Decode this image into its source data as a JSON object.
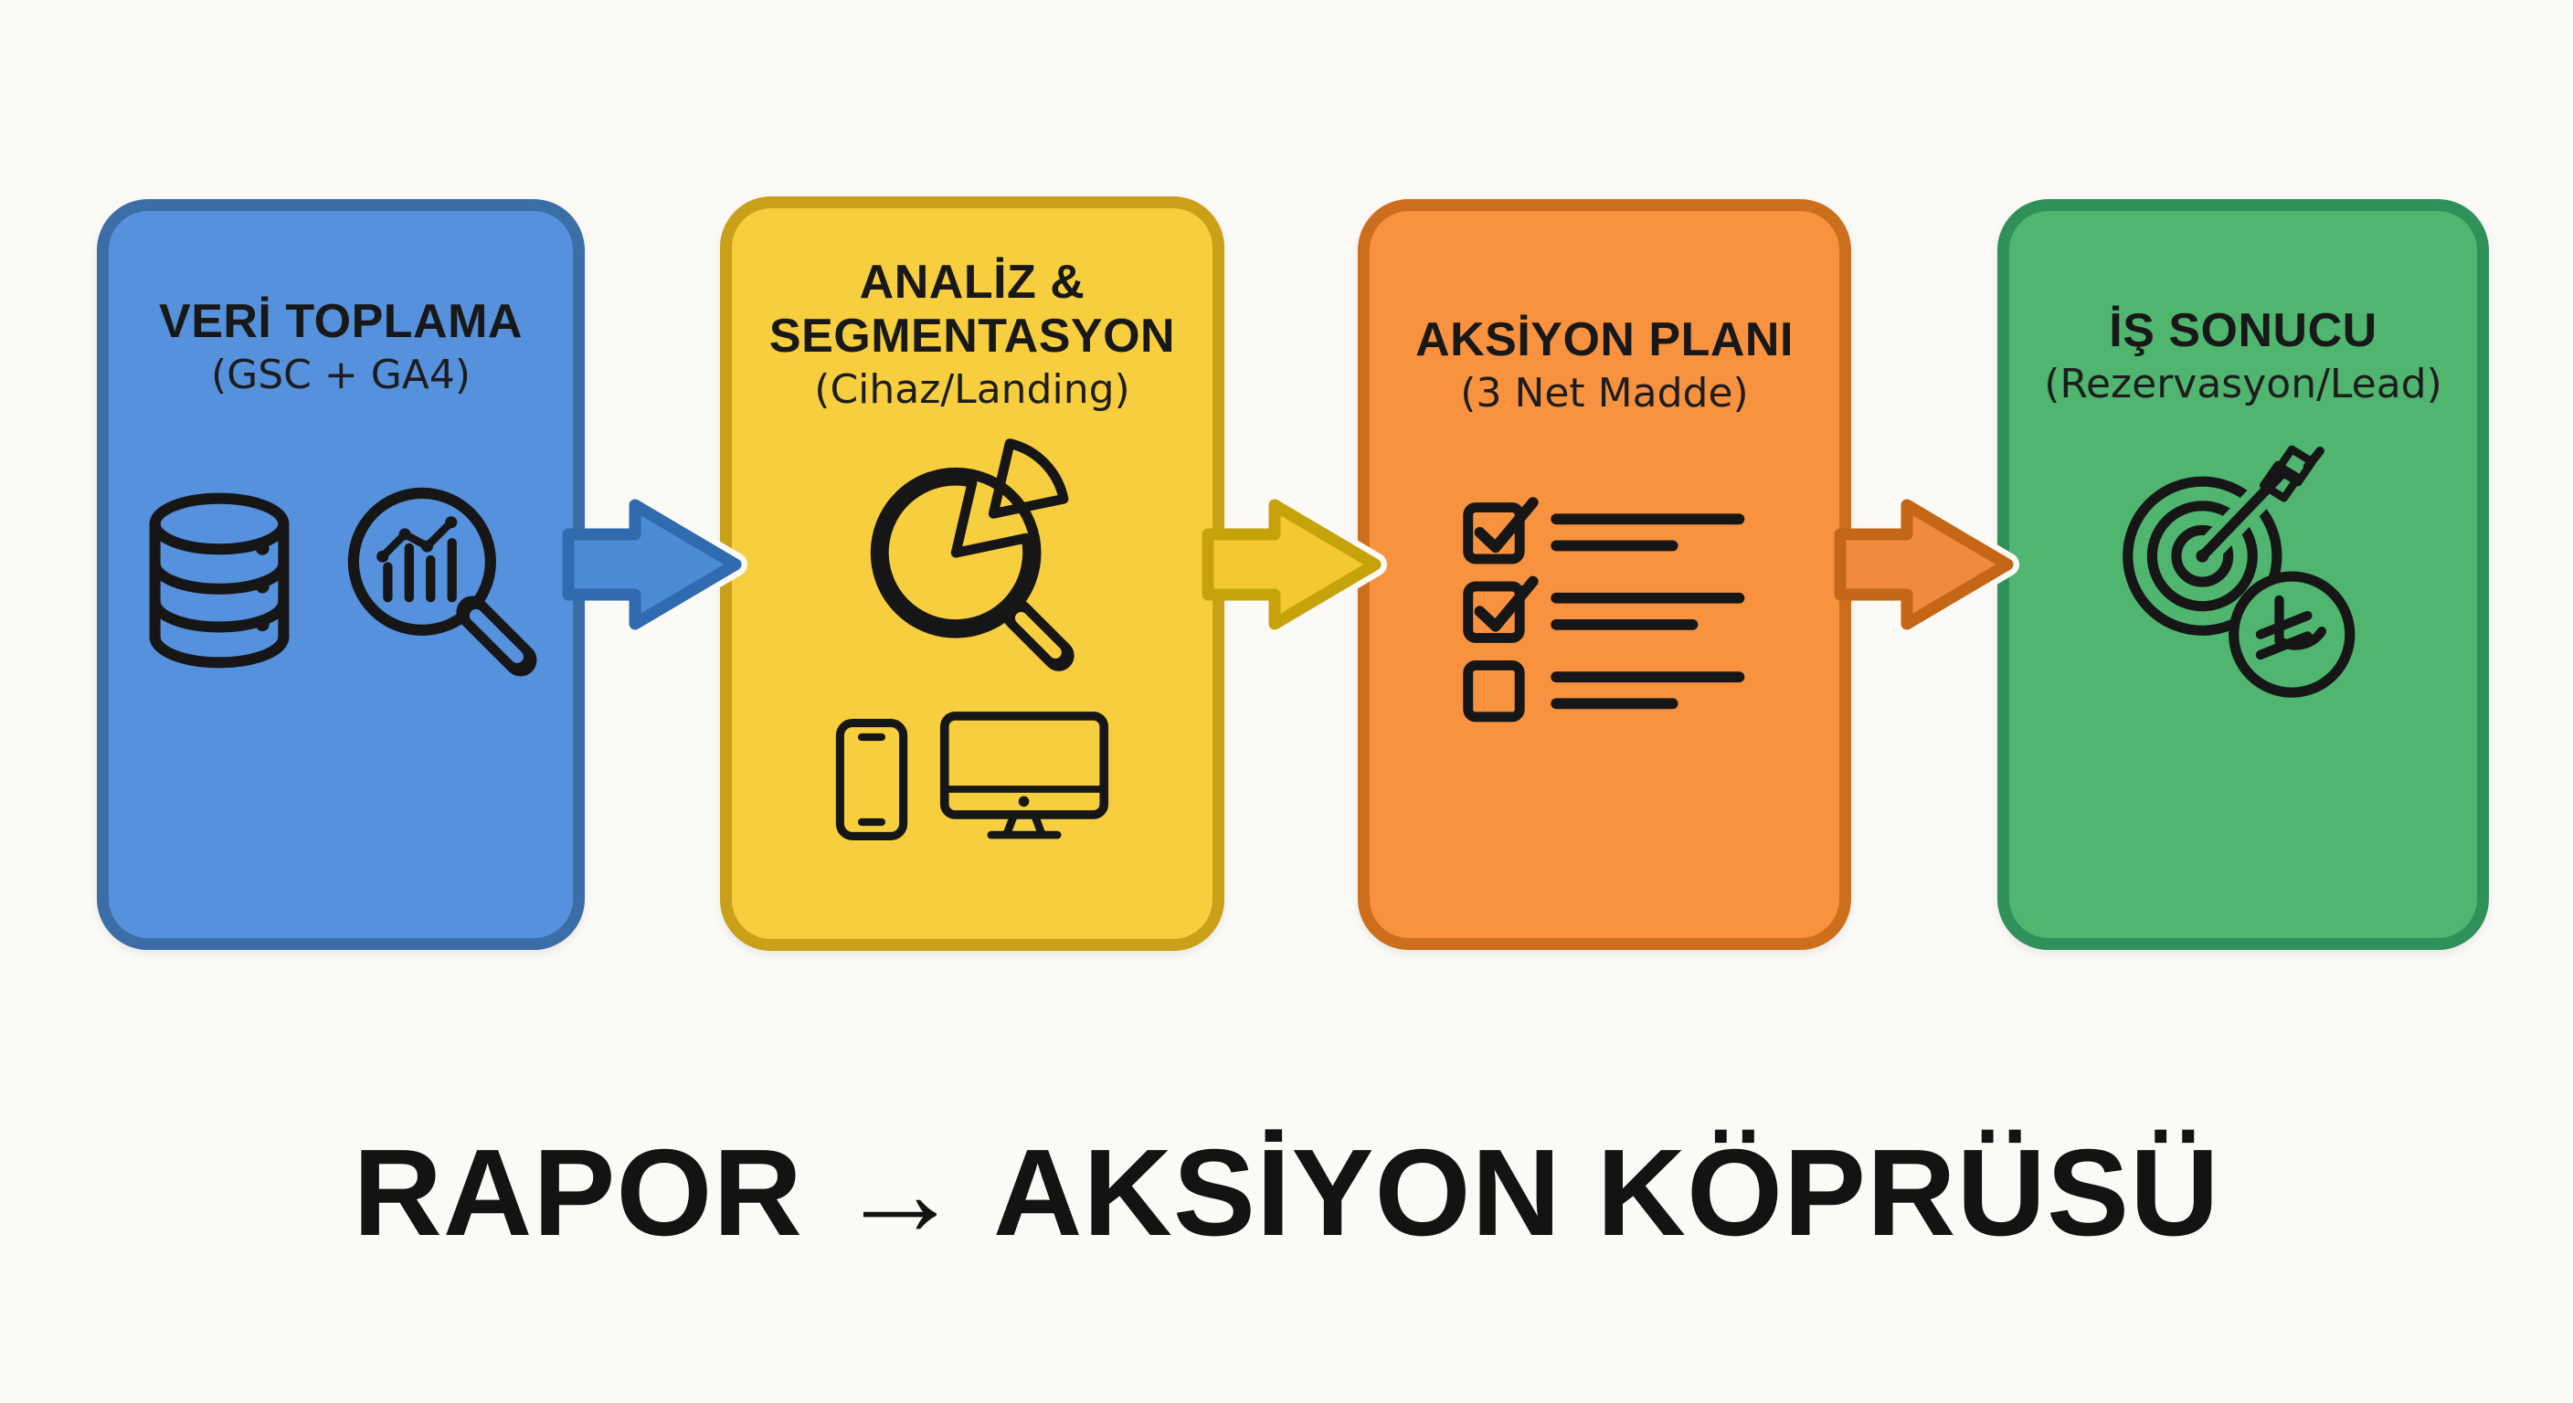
{
  "page": {
    "background_color": "#FBFAF6",
    "text_color": "#181818"
  },
  "footer": {
    "title": "RAPOR → AKSİYON KÖPRÜSÜ"
  },
  "steps": [
    {
      "id": "veri-toplama",
      "title_line1": "VERİ TOPLAMA",
      "subtitle": "(GSC + GA4)",
      "fill": "#5591DC",
      "border": "#3B6EA6",
      "icons": [
        "database-icon",
        "chart-magnifier-icon"
      ]
    },
    {
      "id": "analiz-segmentasyon",
      "title_line1": "ANALİZ &",
      "title_line2": "SEGMENTASYON",
      "subtitle": "(Cihaz/Landing)",
      "fill": "#F6CE3E",
      "border": "#C9A018",
      "icons": [
        "pie-magnifier-icon",
        "smartphone-icon",
        "monitor-icon"
      ]
    },
    {
      "id": "aksiyon-plani",
      "title_line1": "AKSİYON PLANI",
      "subtitle": "(3 Net Madde)",
      "fill": "#F8923F",
      "border": "#CC6E1C",
      "icons": [
        "checklist-icon"
      ]
    },
    {
      "id": "is-sonucu",
      "title_line1": "İŞ SONUCU",
      "subtitle": "(Rezervasyon/Lead)",
      "fill": "#4FB56F",
      "border": "#2F9159",
      "icons": [
        "target-dart-icon",
        "lira-coin-icon"
      ]
    }
  ],
  "arrows": [
    {
      "fill": "#4A8BD4",
      "border": "#2F6BAE"
    },
    {
      "fill": "#F4C832",
      "border": "#C7A30B"
    },
    {
      "fill": "#F08B3E",
      "border": "#C56617"
    }
  ]
}
